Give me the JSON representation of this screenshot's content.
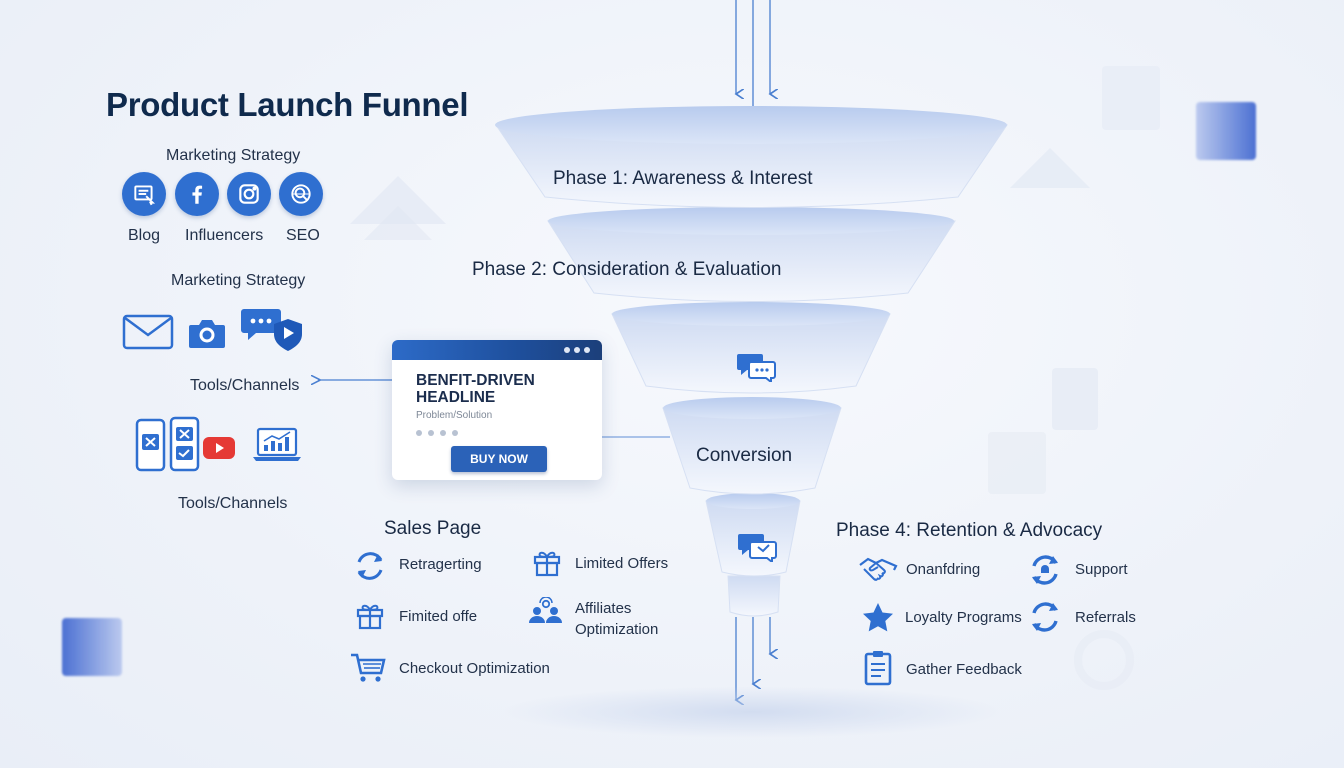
{
  "title": "Product Launch Funnel",
  "left": {
    "section1_heading": "Marketing Strategy",
    "section1_icons": [
      "blog-icon",
      "facebook-icon",
      "instagram-icon",
      "seo-icon"
    ],
    "section1_labels": [
      "Blog",
      "Influencers",
      "SEO"
    ],
    "section2_heading": "Marketing Strategy",
    "section2_icons": [
      "mail-icon",
      "camera-icon",
      "chat-shield-icon"
    ],
    "section2_caption": "Tools/Channels",
    "section3_icons": [
      "mobile-app-icon",
      "youtube-icon",
      "analytics-laptop-icon"
    ],
    "section3_caption": "Tools/Channels"
  },
  "funnel": {
    "phase1": "Phase 1: Awareness & Interest",
    "phase2": "Phase 2: Consideration & Evaluation",
    "phase3": "Conversion",
    "tier_icons": [
      "chat-bubbles-icon",
      "chat-bubbles-icon"
    ]
  },
  "landing_card": {
    "headline": "BENFIT-DRIVEN HEADLINE",
    "subtext": "Problem/Solution",
    "button": "BUY NOW"
  },
  "sales_page": {
    "heading": "Sales Page",
    "items": [
      {
        "icon": "retargeting-icon",
        "label": "Retragerting"
      },
      {
        "icon": "gift-icon",
        "label": "Limited Offers"
      },
      {
        "icon": "gift-icon",
        "label": "Fimited offe"
      },
      {
        "icon": "affiliates-icon",
        "label": "Affiliates Optimization"
      },
      {
        "icon": "cart-icon",
        "label": "Checkout Optimization"
      }
    ]
  },
  "phase4": {
    "heading": "Phase 4: Retention & Advocacy",
    "items": [
      {
        "icon": "handshake-icon",
        "label": "Onanfdring"
      },
      {
        "icon": "support-icon",
        "label": "Support"
      },
      {
        "icon": "star-icon",
        "label": "Loyalty Programs"
      },
      {
        "icon": "refresh-icon",
        "label": "Referrals"
      },
      {
        "icon": "clipboard-icon",
        "label": "Gather Feedback"
      }
    ]
  },
  "colors": {
    "accent": "#2f6fd0",
    "dark_text": "#0f2a4d",
    "funnel_light": "#e3eaf8",
    "funnel_rim": "#c9d6ef"
  }
}
